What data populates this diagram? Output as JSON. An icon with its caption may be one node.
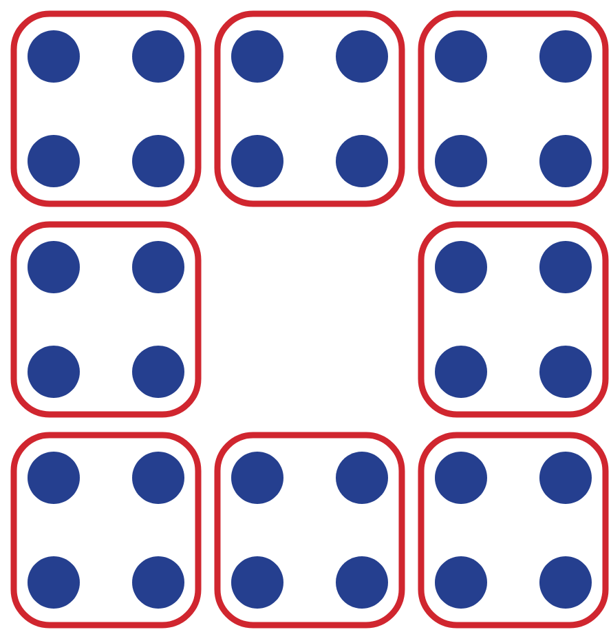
{
  "diagram": {
    "nodes": [
      {
        "text": [],
        "shape": "box"
      },
      {
        "text": [],
        "shape": "circle",
        "in": 0
      },
      {
        "text": [],
        "shape": "circle",
        "in": 0
      },
      {
        "text": [],
        "shape": "circle",
        "in": 0
      },
      {
        "text": [],
        "shape": "circle",
        "in": 0
      },
      {
        "text": [],
        "shape": "box"
      },
      {
        "text": [],
        "shape": "circle",
        "in": 5
      },
      {
        "text": [],
        "shape": "circle",
        "in": 5
      },
      {
        "text": [],
        "shape": "circle",
        "in": 5
      },
      {
        "text": [],
        "shape": "circle",
        "in": 5
      },
      {
        "text": [],
        "shape": "box"
      },
      {
        "text": [],
        "shape": "circle",
        "in": 10
      },
      {
        "text": [],
        "shape": "circle",
        "in": 10
      },
      {
        "text": [],
        "shape": "circle",
        "in": 10
      },
      {
        "text": [],
        "shape": "circle",
        "in": 10
      },
      {
        "text": [],
        "shape": "box"
      },
      {
        "text": [],
        "shape": "circle",
        "in": 15
      },
      {
        "text": [],
        "shape": "circle",
        "in": 15
      },
      {
        "text": [],
        "shape": "circle",
        "in": 15
      },
      {
        "text": [],
        "shape": "circle",
        "in": 15
      },
      {
        "text": [],
        "shape": "box"
      },
      {
        "text": [],
        "shape": "circle",
        "in": 20
      },
      {
        "text": [],
        "shape": "circle",
        "in": 20
      },
      {
        "text": [],
        "shape": "circle",
        "in": 20
      },
      {
        "text": [],
        "shape": "circle",
        "in": 20
      },
      {
        "text": [],
        "shape": "box"
      },
      {
        "text": [],
        "shape": "circle",
        "in": 25
      },
      {
        "text": [],
        "shape": "circle",
        "in": 25
      },
      {
        "text": [],
        "shape": "circle",
        "in": 25
      },
      {
        "text": [],
        "shape": "circle",
        "in": 25
      },
      {
        "text": [],
        "shape": "box"
      },
      {
        "text": [],
        "shape": "circle",
        "in": 30
      },
      {
        "text": [],
        "shape": "circle",
        "in": 30
      },
      {
        "text": [],
        "shape": "circle",
        "in": 30
      },
      {
        "text": [],
        "shape": "circle",
        "in": 30
      },
      {
        "text": [],
        "shape": "box"
      },
      {
        "text": [],
        "shape": "circle",
        "in": 35
      },
      {
        "text": [],
        "shape": "circle",
        "in": 35
      },
      {
        "text": [],
        "shape": "circle",
        "in": 35
      },
      {
        "text": [],
        "shape": "circle",
        "in": 35
      }
    ]
  }
}
